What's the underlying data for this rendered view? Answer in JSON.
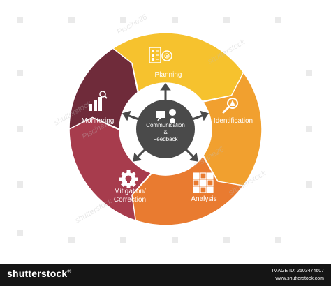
{
  "diagram": {
    "stages": [
      {
        "id": "planning",
        "label": "Planning",
        "color": "#F6C22E",
        "icon": "planning-checklist-target-icon"
      },
      {
        "id": "identification",
        "label": "Identification",
        "color": "#F1A02F",
        "icon": "magnifier-warning-icon"
      },
      {
        "id": "analysis",
        "label": "Analysis",
        "color": "#E97B30",
        "icon": "grid-analysis-icon"
      },
      {
        "id": "mitigation",
        "label": "Mitigation/\nCorrection",
        "color": "#A73C4D",
        "icon": "gear-lightbulb-icon"
      },
      {
        "id": "monitoring",
        "label": "Monitoring",
        "color": "#6F2B3A",
        "icon": "bar-chart-magnifier-icon"
      }
    ],
    "center": {
      "label": "Communication\n&\nFeedback",
      "color": "#4A4A4A",
      "icon": "chat-bubbles-icon"
    }
  },
  "watermark": {
    "brand": "shutterstock",
    "user": "Piscine26"
  },
  "footer": {
    "brand": "shutterstock",
    "reg": "®",
    "image_id_label": "IMAGE ID: 2503474607",
    "url": "www.shutterstock.com"
  }
}
